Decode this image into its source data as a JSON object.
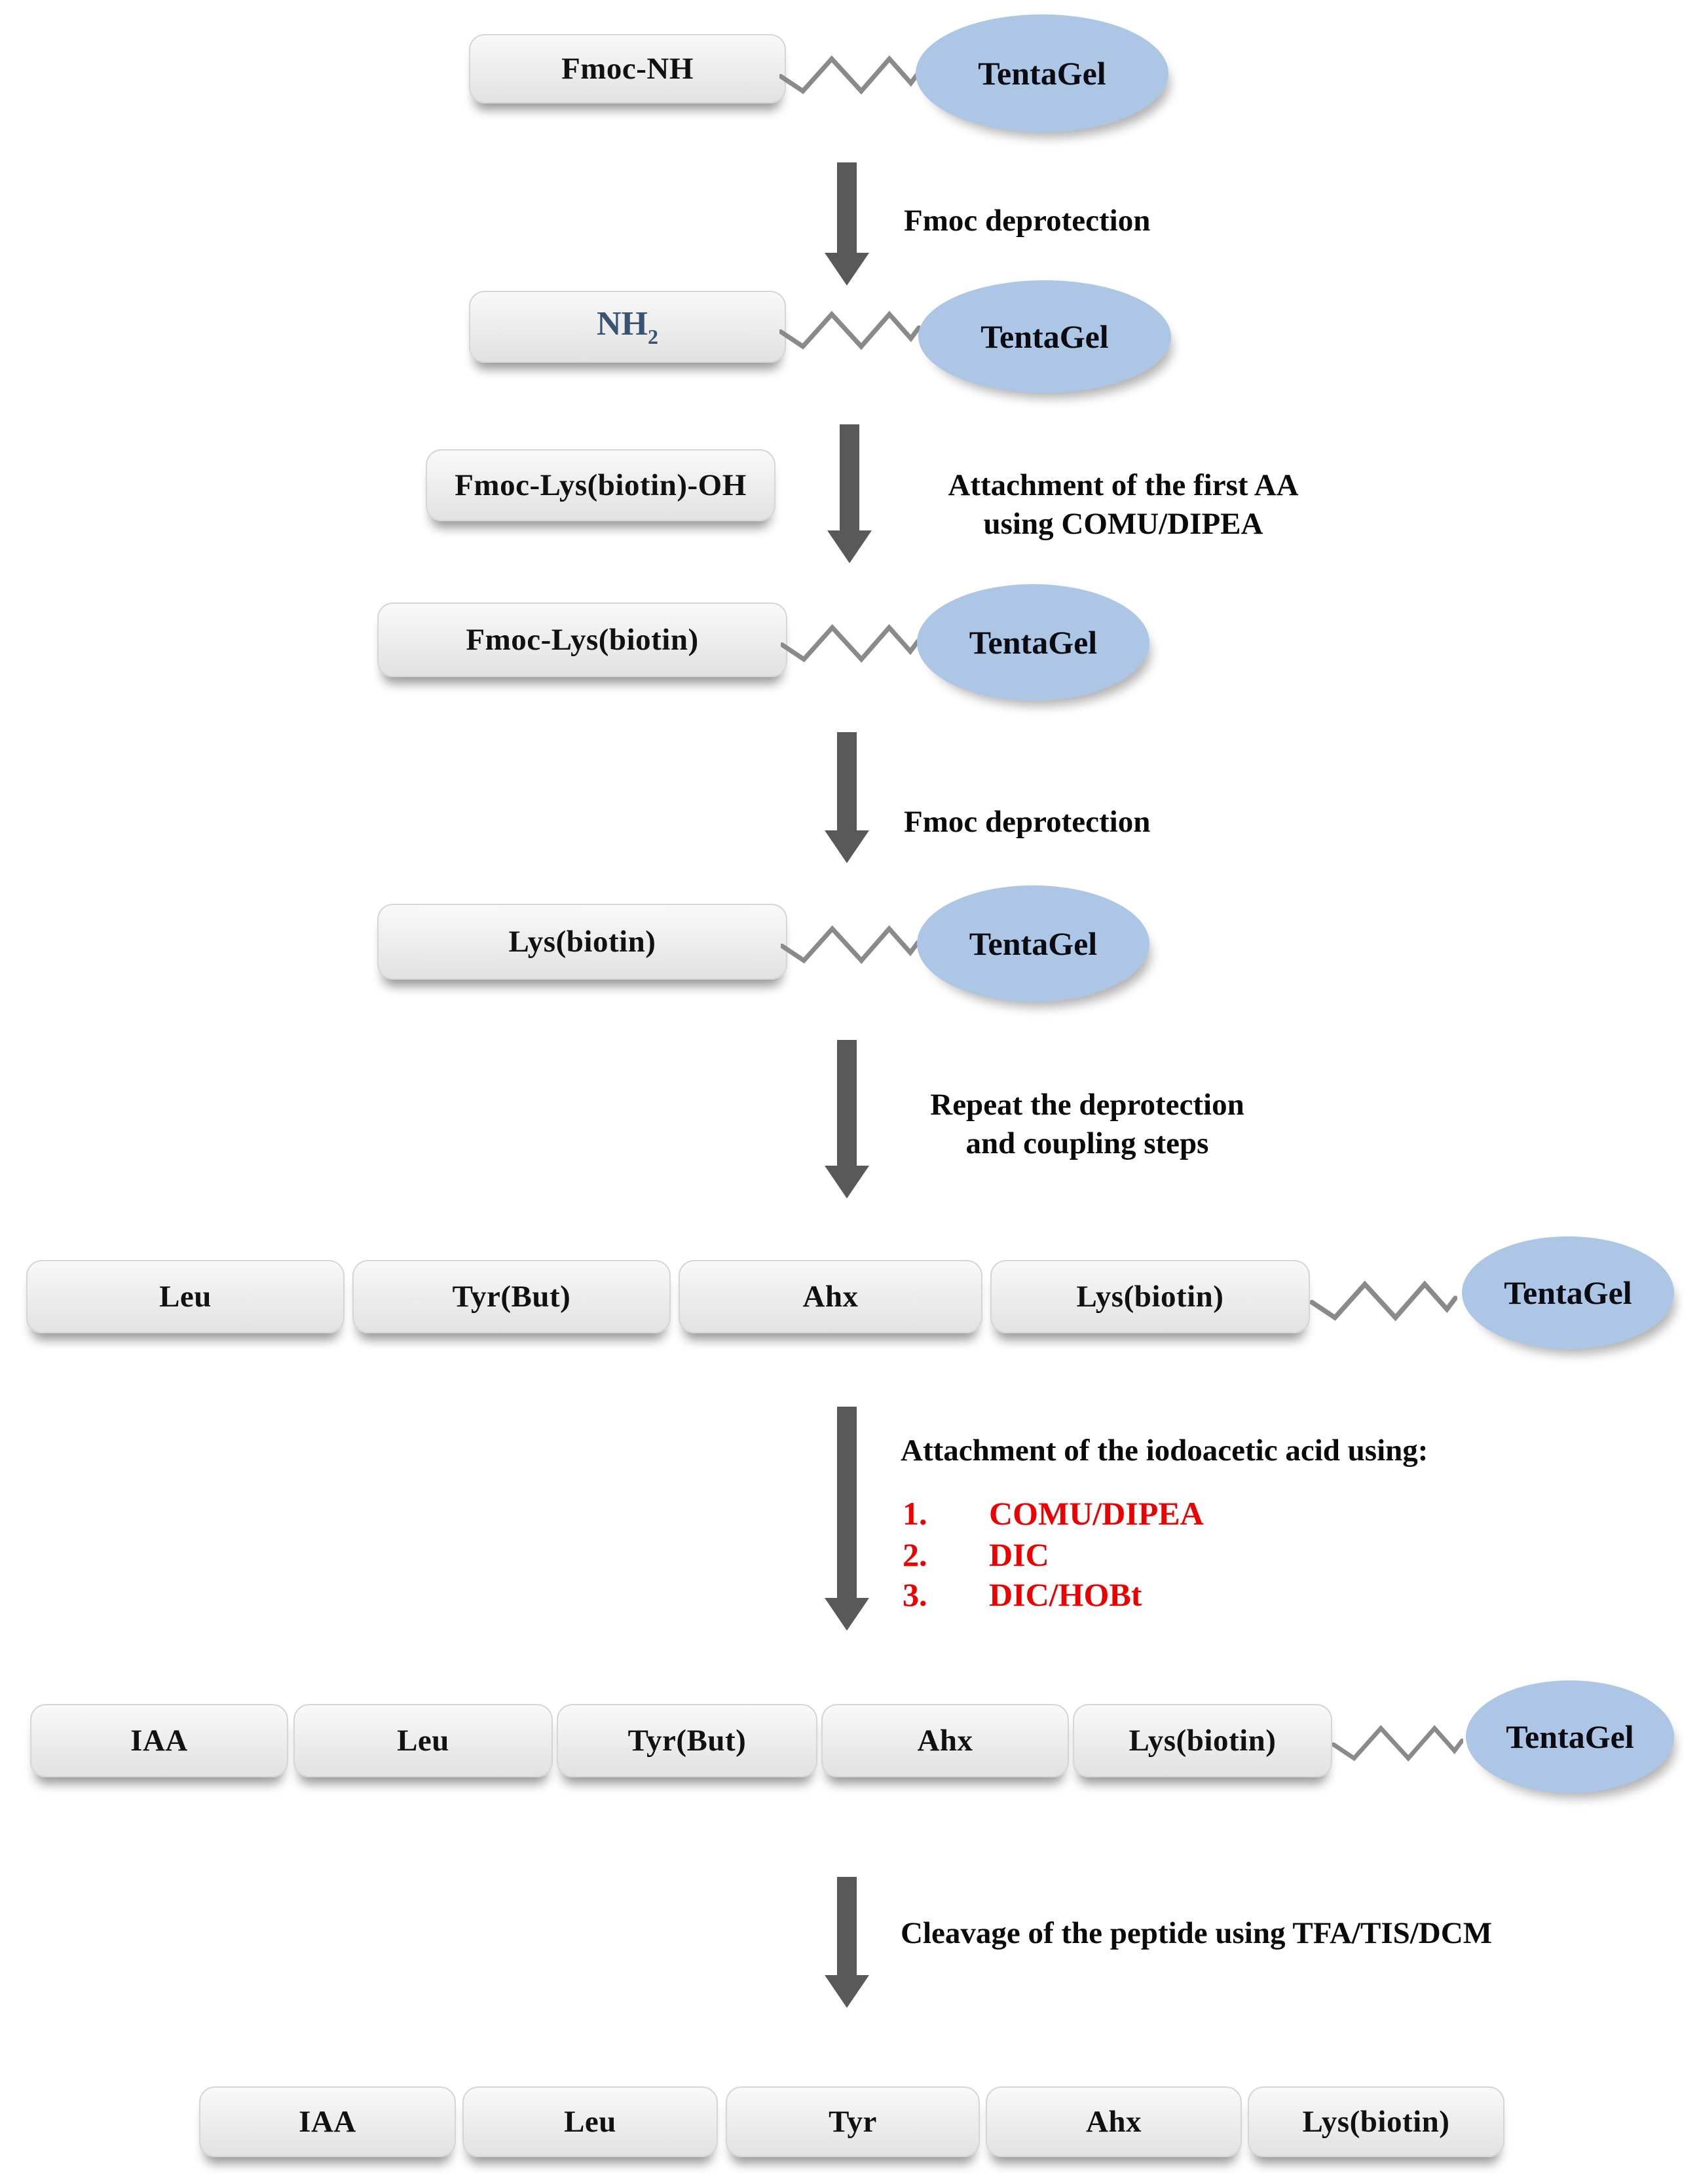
{
  "figure": {
    "resin_label": "TentaGel",
    "rows": {
      "row1": {
        "boxes": [
          "Fmoc-NH"
        ]
      },
      "row2": {
        "nh_base": "NH",
        "nh_sub": "2"
      },
      "row3": {
        "boxes": [
          "Fmoc-Lys(biotin)"
        ]
      },
      "row4": {
        "boxes": [
          "Lys(biotin)"
        ]
      },
      "row5": {
        "boxes": [
          "Leu",
          "Tyr(But)",
          "Ahx",
          "Lys(biotin)"
        ]
      },
      "row6": {
        "boxes": [
          "IAA",
          "Leu",
          "Tyr(But)",
          "Ahx",
          "Lys(biotin)"
        ]
      },
      "row7": {
        "boxes": [
          "IAA",
          "Leu",
          "Tyr",
          "Ahx",
          "Lys(biotin)"
        ]
      }
    },
    "steps": {
      "step1": "Fmoc deprotection",
      "step2_reagent": "Fmoc-Lys(biotin)-OH",
      "step2_line1": "Attachment of the first AA",
      "step2_line2": "using COMU/DIPEA",
      "step3": "Fmoc deprotection",
      "step4_line1": "Repeat the deprotection",
      "step4_line2": "and coupling steps",
      "step5_title": "Attachment of the iodoacetic acid using:",
      "step5_num1": "1.",
      "step5_item1": "COMU/DIPEA",
      "step5_num2": "2.",
      "step5_item2": "DIC",
      "step5_num3": "3.",
      "step5_item3": "DIC/HOBt",
      "step6": "Cleavage of the peptide using TFA/TIS/DCM"
    },
    "colors": {
      "box_fill": "#ececec",
      "resin_fill": "#aec6e6",
      "arrow_gray": "#595959",
      "nh2_text": "#3a5375",
      "reagent_red": "#ee0000",
      "squiggle_gray": "#8a8a8a"
    }
  }
}
